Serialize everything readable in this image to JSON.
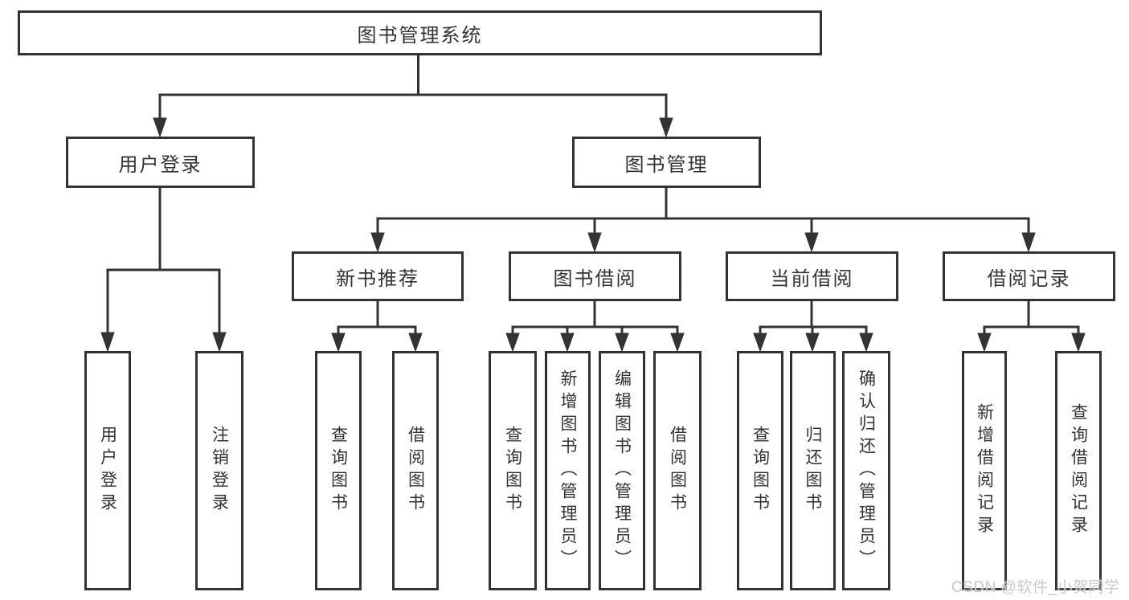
{
  "colors": {
    "line": "#333333",
    "text": "#333333",
    "box_background": "#ffffff",
    "page_background": "#ffffff",
    "watermark": "#c8c8c8"
  },
  "tree": {
    "label": "图书管理系统",
    "children": [
      {
        "label": "用户登录",
        "children": [
          {
            "label": "用户登录"
          },
          {
            "label": "注销登录"
          }
        ]
      },
      {
        "label": "图书管理",
        "children": [
          {
            "label": "新书推荐",
            "children": [
              {
                "label": "查询图书"
              },
              {
                "label": "借阅图书"
              }
            ]
          },
          {
            "label": "图书借阅",
            "children": [
              {
                "label": "查询图书"
              },
              {
                "label": "新增图书（管理员）"
              },
              {
                "label": "编辑图书（管理员）"
              },
              {
                "label": "借阅图书"
              }
            ]
          },
          {
            "label": "当前借阅",
            "children": [
              {
                "label": "查询图书"
              },
              {
                "label": "归还图书"
              },
              {
                "label": "确认归还（管理员）"
              }
            ]
          },
          {
            "label": "借阅记录",
            "children": [
              {
                "label": "新增借阅记录"
              },
              {
                "label": "查询借阅记录"
              }
            ]
          }
        ]
      }
    ]
  },
  "watermark": "CSDN @软件_小贺同学"
}
